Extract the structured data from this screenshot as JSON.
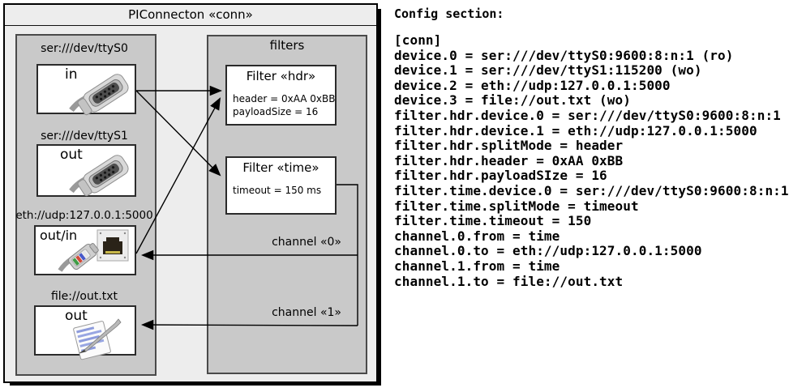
{
  "diagram": {
    "title": "PIConnecton «conn»",
    "colors": {
      "frame_fill": "#ededed",
      "panel_fill": "#c9c9c9",
      "box_fill": "#ffffff",
      "line": "#000000"
    },
    "devices_panel": {
      "devices": [
        {
          "label": "ser:///dev/ttyS0",
          "port": "in",
          "icon": "serial-connector-icon"
        },
        {
          "label": "ser:///dev/ttyS1",
          "port": "out",
          "icon": "serial-connector-icon"
        },
        {
          "label": "eth://udp:127.0.0.1:5000",
          "port": "out/in",
          "icon": "ethernet-connector-icon"
        },
        {
          "label": "file://out.txt",
          "port": "out",
          "icon": "notepad-icon"
        }
      ]
    },
    "filters_panel": {
      "label": "filters",
      "filters": [
        {
          "title": "Filter «hdr»",
          "properties": [
            "header = 0xAA 0xBB",
            "payloadSize = 16"
          ]
        },
        {
          "title": "Filter «time»",
          "properties": [
            "timeout = 150 ms"
          ]
        }
      ]
    },
    "channels": [
      {
        "label": "channel «0»"
      },
      {
        "label": "channel «1»"
      }
    ]
  },
  "config": {
    "heading": "Config section:",
    "lines": [
      "[conn]",
      "device.0 = ser:///dev/ttyS0:9600:8:n:1 (ro)",
      "device.1 = ser:///dev/ttyS1:115200 (wo)",
      "device.2 = eth://udp:127.0.0.1:5000",
      "device.3 = file://out.txt (wo)",
      "filter.hdr.device.0 = ser:///dev/ttyS0:9600:8:n:1",
      "filter.hdr.device.1 = eth://udp:127.0.0.1:5000",
      "filter.hdr.splitMode = header",
      "filter.hdr.header = 0xAA 0xBB",
      "filter.hdr.payloadSIze = 16",
      "filter.time.device.0 = ser:///dev/ttyS0:9600:8:n:1",
      "filter.time.splitMode = timeout",
      "filter.time.timeout = 150",
      "channel.0.from = time",
      "channel.0.to = eth://udp:127.0.0.1:5000",
      "channel.1.from = time",
      "channel.1.to = file://out.txt"
    ]
  }
}
